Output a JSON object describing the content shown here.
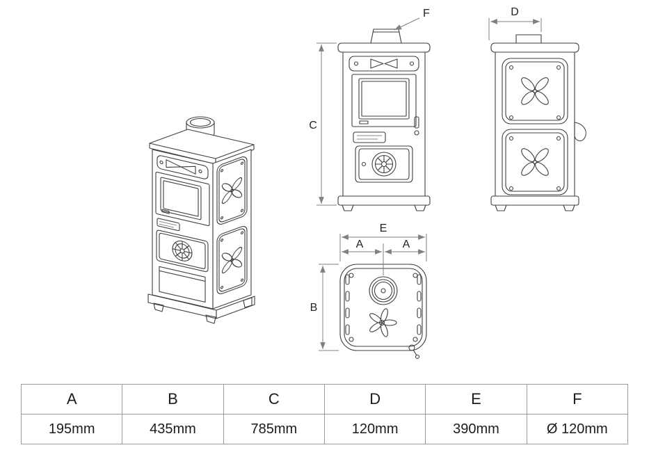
{
  "labels": {
    "a": "A",
    "b": "B",
    "c": "C",
    "d": "D",
    "e": "E",
    "f": "F"
  },
  "table": {
    "headers": [
      "A",
      "B",
      "C",
      "D",
      "E",
      "F"
    ],
    "values": [
      "195mm",
      "435mm",
      "785mm",
      "120mm",
      "390mm",
      "Ø 120mm"
    ]
  }
}
